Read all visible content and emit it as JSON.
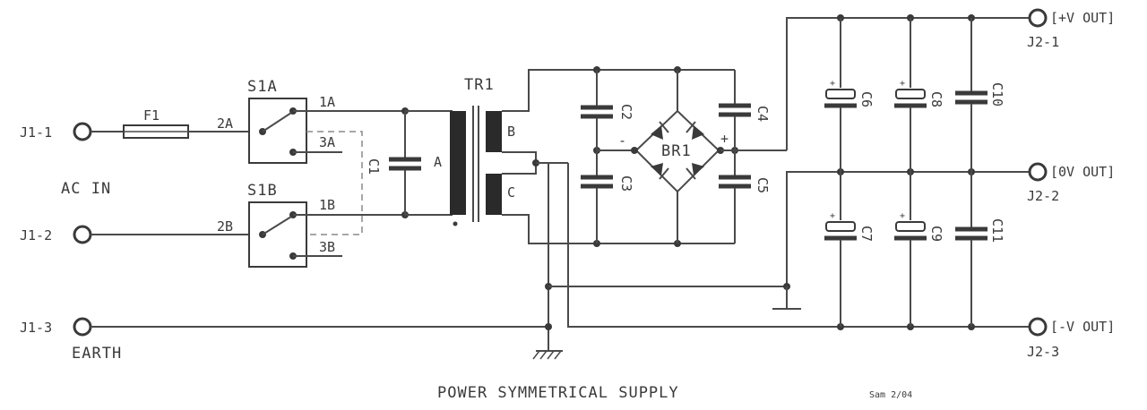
{
  "labels": {
    "j1_1": "J1-1",
    "j1_2": "J1-2",
    "j1_3": "J1-3",
    "ac_in": "AC IN",
    "earth": "EARTH",
    "f1": "F1",
    "s1a": "S1A",
    "s1b": "S1B",
    "pin_1a": "1A",
    "pin_2a": "2A",
    "pin_3a": "3A",
    "pin_1b": "1B",
    "pin_2b": "2B",
    "pin_3b": "3B",
    "c1": "C1",
    "tr1": "TR1",
    "winding_a": "A",
    "winding_b": "B",
    "winding_c": "C",
    "c2": "C2",
    "c3": "C3",
    "c4": "C4",
    "c5": "C5",
    "br1": "BR1",
    "minus": "-",
    "plus": "+",
    "c6": "C6",
    "c7": "C7",
    "c8": "C8",
    "c9": "C9",
    "c10": "C10",
    "c11": "C11",
    "out_pos": "[+V OUT]",
    "out_zero": "[0V OUT]",
    "out_neg": "[-V OUT]",
    "j2_1": "J2-1",
    "j2_2": "J2-2",
    "j2_3": "J2-3",
    "cap_plus": "+",
    "title": "POWER SYMMETRICAL SUPPLY",
    "signature": "Sam 2/04"
  }
}
